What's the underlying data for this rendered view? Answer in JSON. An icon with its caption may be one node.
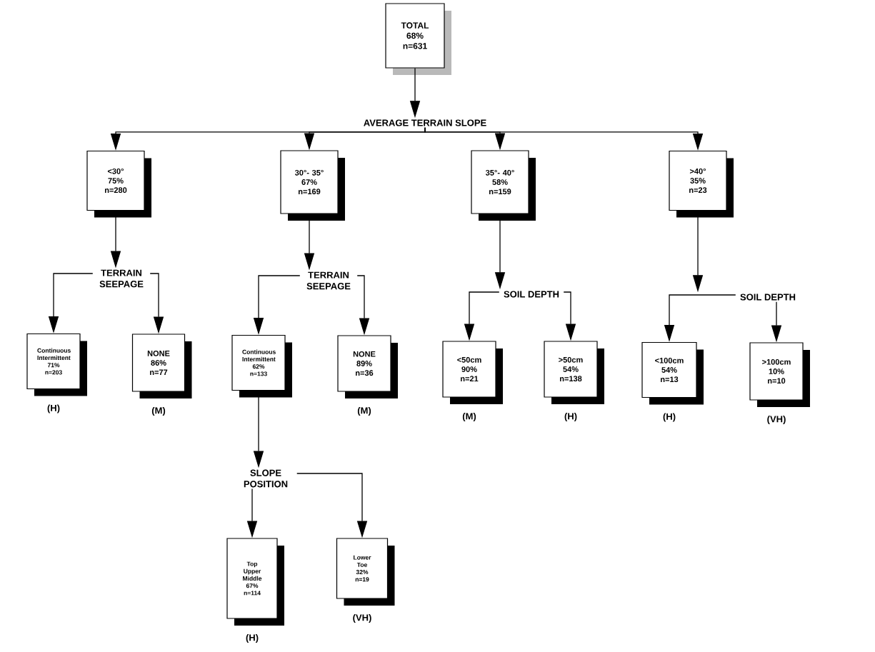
{
  "diagram": {
    "nodes": [
      {
        "text": [
          "TOTAL",
          "68%",
          "n=631"
        ]
      },
      {
        "text": [
          "AVERAGE TERRAIN SLOPE"
        ]
      },
      {
        "text": [
          "<30°",
          "75%",
          "n=280"
        ]
      },
      {
        "text": [
          "30°- 35°",
          "67%",
          "n=169"
        ]
      },
      {
        "text": [
          "35°- 40°",
          "58%",
          "n=159"
        ]
      },
      {
        "text": [
          ">40°",
          "35%",
          "n=23"
        ]
      },
      {
        "text": [
          "TERRAIN SEEPAGE"
        ]
      },
      {
        "text": [
          "Continuous Intermittent",
          "71%",
          "n=203"
        ],
        "beside": [
          "(H)"
        ]
      },
      {
        "text": [
          "NONE",
          "86%",
          "n=77"
        ],
        "beside": [
          "(M)"
        ]
      },
      {
        "text": [
          "TERRAIN SEEPAGE"
        ]
      },
      {
        "text": [
          "Continuous Intermittent",
          "62%",
          "n=133"
        ]
      },
      {
        "text": [
          "NONE",
          "89%",
          "n=36"
        ],
        "beside": [
          "(M)"
        ]
      },
      {
        "text": [
          "SLOPE POSITION"
        ]
      },
      {
        "text": [
          "Top Upper Middle",
          "67%",
          "n=114"
        ],
        "beside": [
          "(H)"
        ]
      },
      {
        "text": [
          "Lower Toe",
          "32%",
          "n=19"
        ],
        "beside": [
          "(VH)"
        ]
      },
      {
        "text": [
          "SOIL DEPTH"
        ]
      },
      {
        "text": [
          "<50cm",
          "90%",
          "n=21"
        ],
        "beside": [
          "(M)"
        ]
      },
      {
        "text": [
          ">50cm",
          "54%",
          "n=138"
        ],
        "beside": [
          "(H)"
        ]
      },
      {
        "text": [
          "SOIL DEPTH"
        ]
      },
      {
        "text": [
          "<100cm",
          "54%",
          "n=13"
        ],
        "beside": [
          "(H)"
        ]
      },
      {
        "text": [
          ">100cm",
          "10%",
          "n=10"
        ],
        "beside": [
          "(VH)"
        ]
      }
    ],
    "edges": [
      {
        "from": 0,
        "to": 1,
        "arrow": "to"
      },
      {
        "from": 1,
        "to": 2,
        "arrow": "to"
      },
      {
        "from": 1,
        "to": 3,
        "arrow": "to"
      },
      {
        "from": 1,
        "to": 4,
        "arrow": "to"
      },
      {
        "from": 1,
        "to": 5,
        "arrow": "to"
      },
      {
        "from": 2,
        "to": 6,
        "arrow": "to"
      },
      {
        "from": 6,
        "to": 7,
        "arrow": "to"
      },
      {
        "from": 6,
        "to": 8,
        "arrow": "to"
      },
      {
        "from": 3,
        "to": 9,
        "arrow": "to"
      },
      {
        "from": 9,
        "to": 10,
        "arrow": "to"
      },
      {
        "from": 9,
        "to": 11,
        "arrow": "to"
      },
      {
        "from": 10,
        "to": 12,
        "arrow": "to"
      },
      {
        "from": 12,
        "to": 13,
        "arrow": "to"
      },
      {
        "from": 12,
        "to": 14,
        "arrow": "to"
      },
      {
        "from": 4,
        "to": 15,
        "arrow": "to"
      },
      {
        "from": 15,
        "to": 16,
        "arrow": "to"
      },
      {
        "from": 15,
        "to": 17,
        "arrow": "to"
      },
      {
        "from": 5,
        "to": 18,
        "arrow": "to"
      },
      {
        "from": 18,
        "to": 19,
        "arrow": "to"
      },
      {
        "from": 18,
        "to": 20,
        "arrow": "to"
      }
    ]
  }
}
